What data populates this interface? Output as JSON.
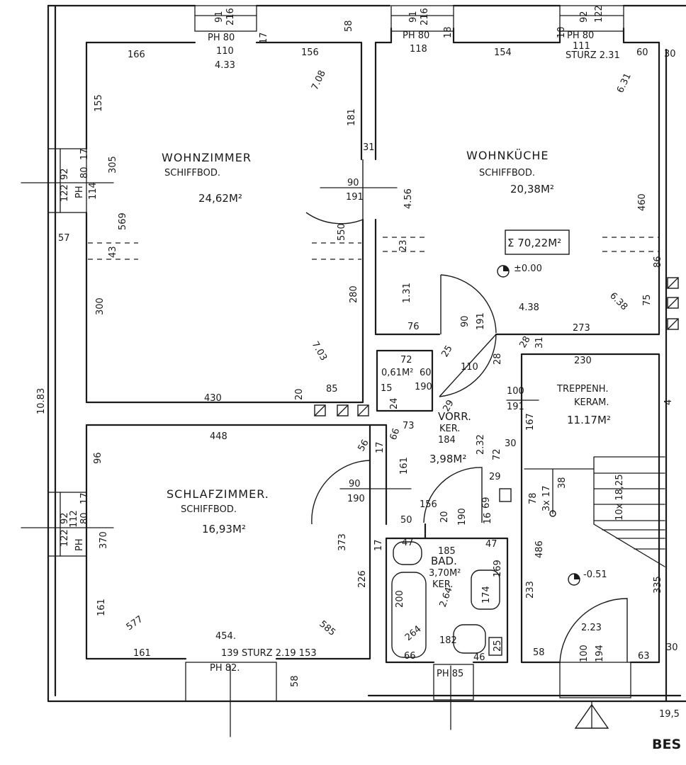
{
  "rooms": {
    "wohnzimmer": {
      "name": "WOHNZIMMER",
      "floor": "SCHIFFBOD.",
      "area": "24,62M²"
    },
    "wohnkueche": {
      "name": "WOHNKÜCHE",
      "floor": "SCHIFFBOD.",
      "area": "20,38M²"
    },
    "schlafzimmer": {
      "name": "SCHLAFZIMMER.",
      "floor": "SCHIFFBOD.",
      "area": "16,93M²"
    },
    "treppenhaus": {
      "name": "TREPPENH.",
      "floor": "KERAM.",
      "area": "11.17M²"
    },
    "vorraum": {
      "name": "VORR.",
      "floor": "KER.",
      "area": "3,98M²"
    },
    "bad": {
      "name": "BAD.",
      "area": "3,70M²",
      "floor": "KER."
    },
    "abstellraum": {
      "area": "0,61M²"
    }
  },
  "summary": {
    "total_area": "Σ 70,22M²",
    "level_zero": "±0.00",
    "level_stairs": "-0.51"
  },
  "labels": {
    "ph80_a": "PH 80",
    "w110": "110",
    "h433": "4.33",
    "ph80_b": "PH 80",
    "w118": "118",
    "ph80_c": "PH 80",
    "w111": "111",
    "sturz231": "STURZ 2.31",
    "ph_left_top": "PH",
    "ph_left_bot": "PH",
    "ph82": "PH 82.",
    "ph85": "PH 85",
    "sturz_bottom": "139 STURZ 2.19 153",
    "stairs1": "3x 17",
    "stairs2": "10x 18,25",
    "stairs3": "38",
    "bes": "BES",
    "r19_5": "19,5"
  },
  "dims": {
    "d166": "166",
    "d156": "156",
    "d154": "154",
    "d60": "60",
    "d30a": "30",
    "d58a": "58",
    "d17a": "17",
    "d18a": "18",
    "d10a": "10",
    "d216a": "216",
    "d91a": "91",
    "d216b": "216",
    "d91b": "91",
    "d122a": "122",
    "d92a": "92",
    "d155": "155",
    "d305": "305",
    "d569": "569",
    "d57": "57",
    "d43a": "43",
    "d300": "300",
    "d17b": "17",
    "d80b": "80",
    "d92b": "92",
    "d122b": "122",
    "d114": "114",
    "d708": "7.08",
    "d181": "181",
    "d31a": "31",
    "d90a": "90",
    "d191a": "191",
    "d456": "4.56",
    "d550": "550",
    "d280": "280",
    "d23a": "23",
    "d131": "1.31",
    "d631": "6.31",
    "d460": "460",
    "d86": "86",
    "d638": "6.38",
    "d75": "75",
    "d438": "4.38",
    "d76": "76",
    "d273": "273",
    "d90b": "90",
    "d191b": "191",
    "d28a": "28",
    "d31b": "31",
    "d230": "230",
    "d703": "7.03",
    "d430": "430",
    "d20": "20",
    "d85": "85",
    "d72a": "72",
    "d061": "0,61M²",
    "d60b": "60",
    "d15": "15",
    "d190a": "190",
    "d24": "24",
    "d25": "25",
    "d110b": "110",
    "d29a": "29",
    "d100a": "100",
    "d191c": "191",
    "d167": "167",
    "d4": "4",
    "d1083": "10.83",
    "d448": "448",
    "d96": "96",
    "d56": "56",
    "d17c": "17",
    "d66": "66",
    "d73": "73",
    "d184": "184",
    "d232": "2.32",
    "d30b": "30",
    "d161a": "161",
    "d72b": "72",
    "d29b": "29",
    "d90c": "90",
    "d190b": "190",
    "d156b": "156",
    "d20b": "20",
    "d190c": "190",
    "d69": "69",
    "d16": "16",
    "d50": "50",
    "d78": "78",
    "d17d": "17",
    "d80c": "80",
    "d112": "112",
    "d92c": "92",
    "d122c": "122",
    "d370": "370",
    "d373": "373",
    "d17e": "17",
    "d47a": "47",
    "d185": "185",
    "d47b": "47",
    "d169": "169",
    "d486": "486",
    "d226": "226",
    "d200": "200",
    "d264a": "2.64",
    "d174": "174",
    "d233": "233",
    "d335": "335",
    "d161b": "161",
    "d577": "577",
    "d585": "585",
    "d454": "454.",
    "d161c": "161",
    "d264b": "264",
    "d182": "182",
    "d66b": "66",
    "d46": "46",
    "d25b": "25",
    "d58b": "58",
    "d223": "2.23",
    "d100b": "100",
    "d194": "194",
    "d63": "63",
    "d30c": "30",
    "d58c": "58"
  }
}
